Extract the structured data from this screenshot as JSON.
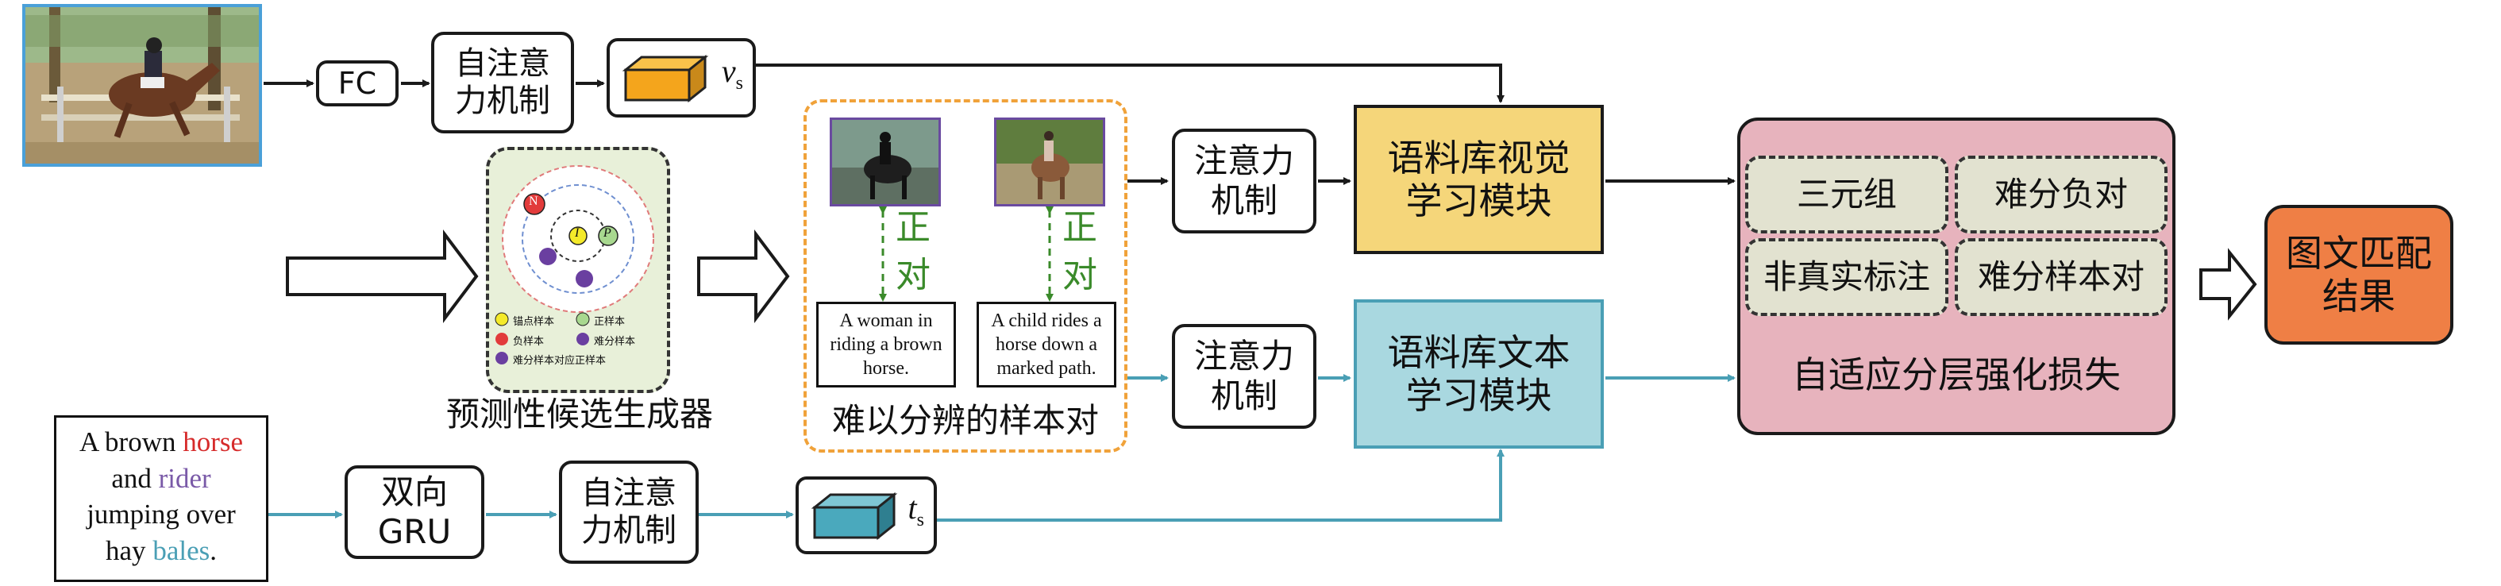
{
  "colors": {
    "teal": "#4a9fb5",
    "yellow_module": "#f5d67a",
    "teal_module": "#a9d8e0",
    "pink_module": "#e7b3bd",
    "result": "#ef7f45",
    "gen_bg": "#e8f0d9",
    "gray_cell": "#e2e2d0",
    "green_dash": "#3a8a2a",
    "red_word": "#d62b2b",
    "purple_word": "#7a5aa8",
    "teal_word": "#4a9fb5"
  },
  "top_branch": {
    "fc_label": "FC",
    "self_attn_label": "自注意\n力机制",
    "vec_label_main": "v",
    "vec_label_sub": "s",
    "photo_icon": "horse-jumping-photo"
  },
  "bottom_branch": {
    "text_part1": "A brown ",
    "text_horse": "horse",
    "text_part2": "and ",
    "text_rider": "rider",
    "text_part3": "jumping over",
    "text_part4": "hay ",
    "text_bales": "bales",
    "text_part5": ".",
    "gru_label": "双向\nGRU",
    "self_attn_label": "自注意\n力机制",
    "vec_label_main": "t",
    "vec_label_sub": "s"
  },
  "generator": {
    "caption": "预测性候选生成器",
    "legend": [
      {
        "symbol": "I",
        "text": "锚点样本"
      },
      {
        "symbol": "P",
        "text": "正样本"
      },
      {
        "symbol": "",
        "text": "负样本"
      },
      {
        "symbol": "",
        "text": "难分样本"
      },
      {
        "symbol": "",
        "text": "难分样本对应正样本"
      }
    ],
    "node_labels": {
      "neg": "N",
      "anchor": "I",
      "pos": "P"
    }
  },
  "hard_pairs": {
    "caption": "难以分辨的样本对",
    "positive_label_1": "正",
    "positive_label_2": "对",
    "cap1": "A woman in riding a brown horse.",
    "cap2": "A child rides a horse down a marked path."
  },
  "middle": {
    "attn_top": "注意力\n机制",
    "attn_bottom": "注意力\n机制",
    "visual_module": "语料库视觉\n学习模块",
    "text_module": "语料库文本\n学习模块"
  },
  "loss": {
    "cells": [
      "三元组",
      "难分负对",
      "非真实标注",
      "难分样本对"
    ],
    "title": "自适应分层强化损失"
  },
  "result": {
    "label": "图文匹配\n结果"
  }
}
